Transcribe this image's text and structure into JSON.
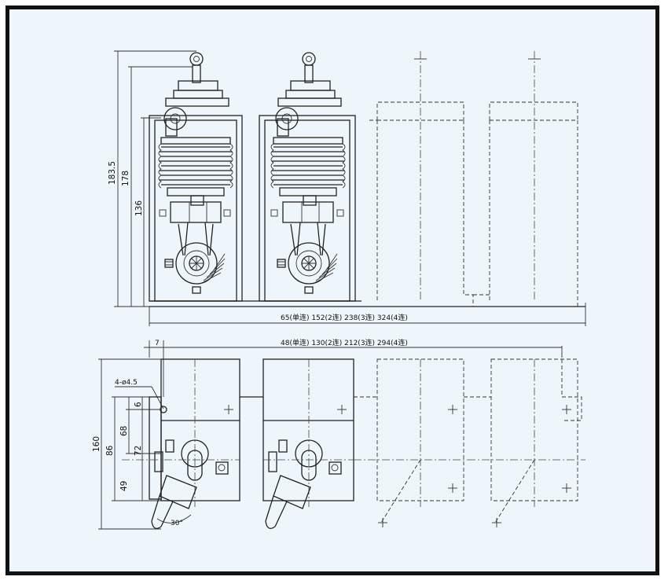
{
  "dimensions": {
    "top_view_width": "65(单连)  152(2连)  238(3连)  324(4连)",
    "top_height_overall": "183.5",
    "top_height_body": "178",
    "top_height_base": "136",
    "bottom_width": "48(单连)  130(2连)  212(3连)  294(4连)",
    "bottom_offset": "7",
    "hole_spec": "4-ø4.5",
    "bottom_height_overall": "160",
    "bottom_height_mid": "86",
    "bottom_68": "68",
    "bottom_6": "6",
    "bottom_72": "72",
    "bottom_49": "49",
    "angle": "30°"
  }
}
